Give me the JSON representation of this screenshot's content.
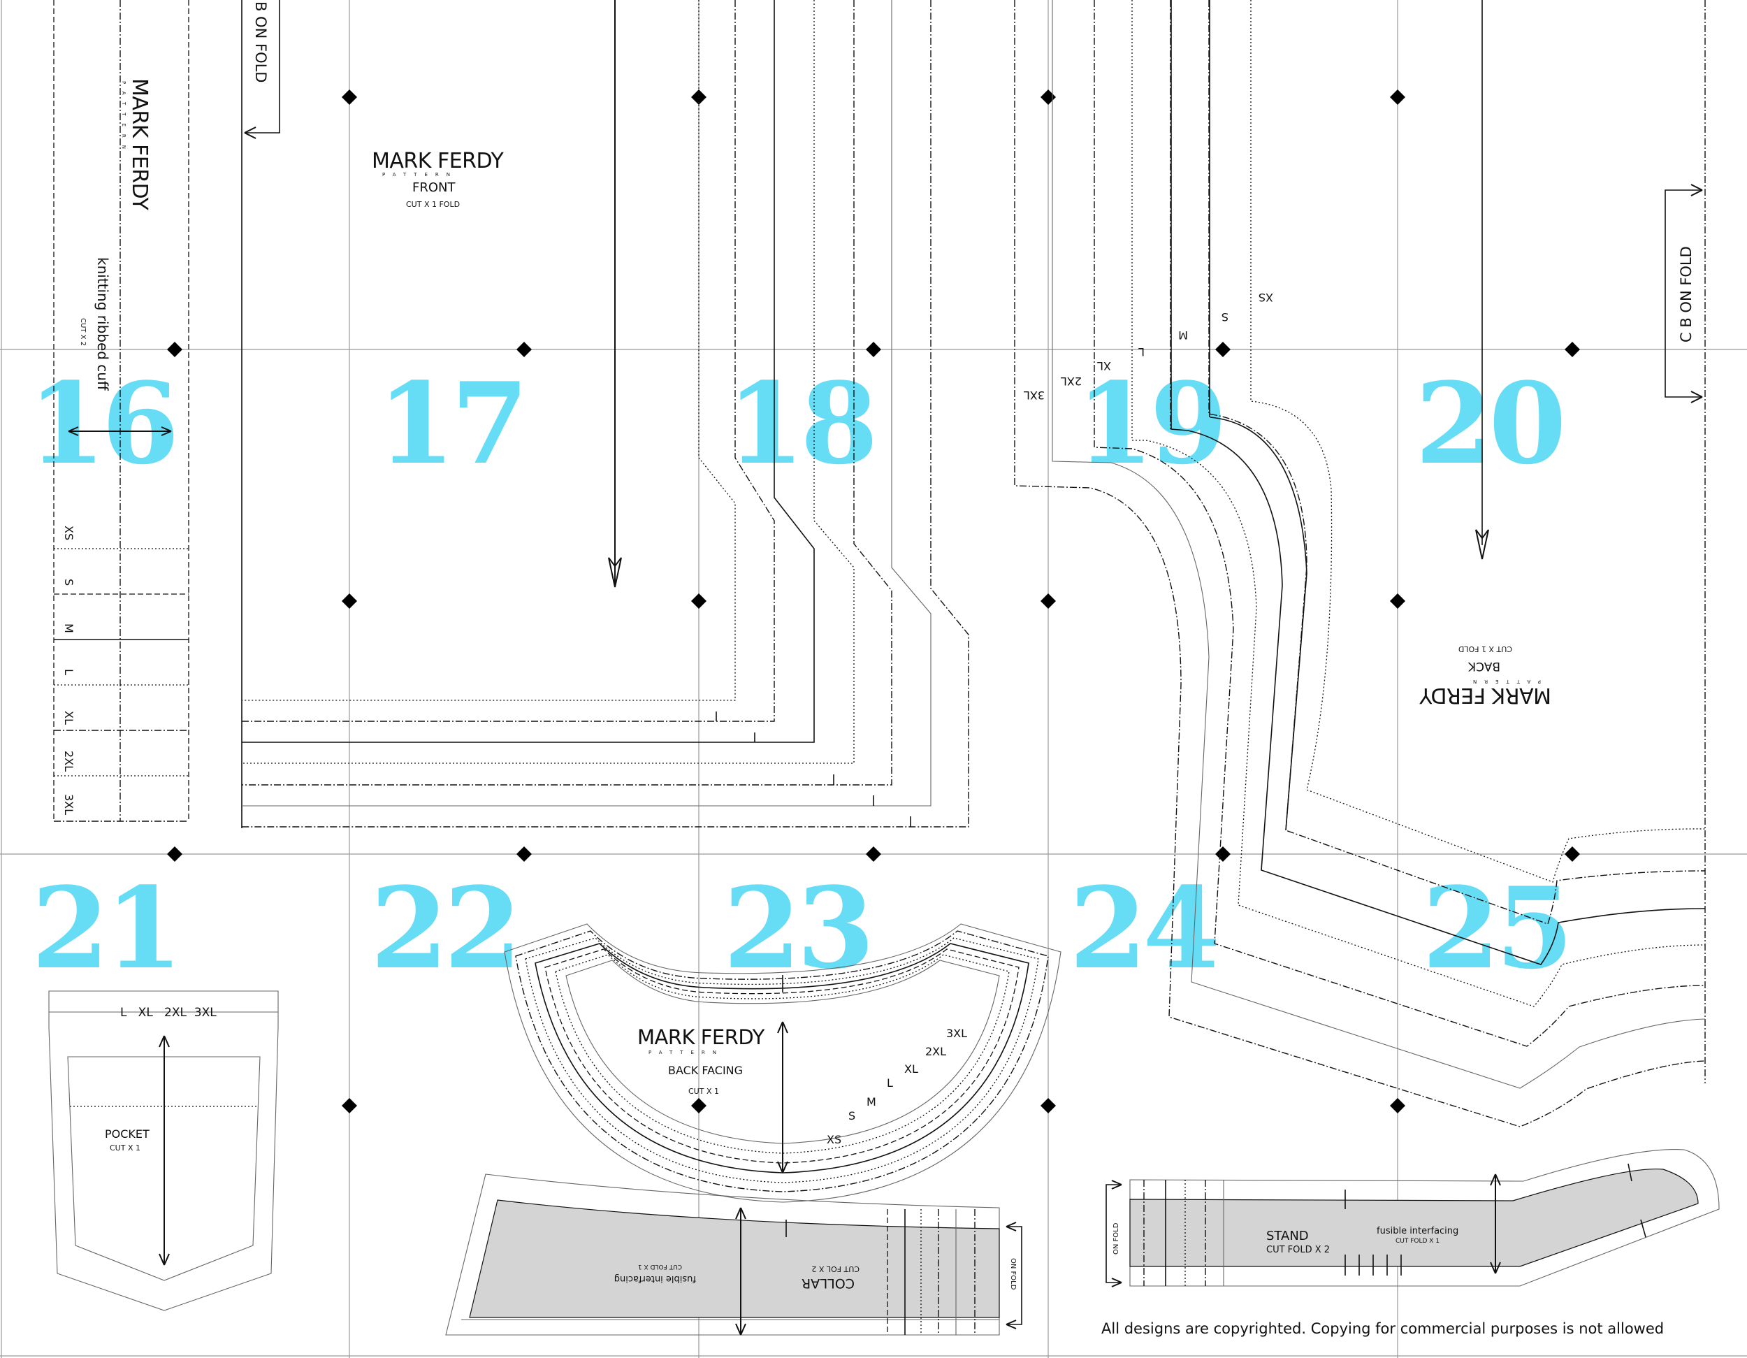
{
  "tiles": [
    "16",
    "17",
    "18",
    "19",
    "20",
    "21",
    "22",
    "23",
    "24",
    "25"
  ],
  "brand": {
    "name": "MARK FERDY",
    "sub": "PATTERN"
  },
  "pieces": {
    "front": {
      "name": "FRONT",
      "cut": "CUT X 1 FOLD"
    },
    "back": {
      "name": "BACK",
      "cut": "CUT X 1 FOLD"
    },
    "cuff": {
      "name": "knitting ribbed cuff",
      "cut": "CUT X 2",
      "sizes": [
        "XS",
        "S",
        "M",
        "L",
        "XL",
        "2XL",
        "3XL"
      ]
    },
    "pocket": {
      "name": "POCKET",
      "cut": "CUT X 1",
      "sizes": "L   XL   2XL  3XL"
    },
    "back_facing": {
      "name": "BACK FACING",
      "cut": "CUT X 1",
      "sizes": [
        "XS",
        "S",
        "M",
        "L",
        "XL",
        "2XL",
        "3XL"
      ]
    },
    "collar": {
      "name": "COLLAR",
      "cut": "CUT FOL X  2",
      "interfacing": "fusible interfacing",
      "interfacing_cut": "CUT FOLD X 1",
      "fold": "ON FOLD"
    },
    "stand": {
      "name": "STAND",
      "cut": "CUT FOLD X  2",
      "interfacing": "fusible interfacing",
      "interfacing_cut": "CUT FOLD X 1",
      "fold": "ON FOLD"
    }
  },
  "fold_labels": {
    "cf": "B ON FOLD",
    "cb": "C B ON FOLD"
  },
  "neck_sizes": [
    "3XL",
    "2XL",
    "XL",
    "L",
    "M",
    "S",
    "XS"
  ],
  "copyright": "All designs are copyrighted. Copying for commercial purposes is not allowed",
  "colors": {
    "tile_number": "#66ddf5",
    "interfacing": "#d4d4d4",
    "line": "#111111"
  }
}
